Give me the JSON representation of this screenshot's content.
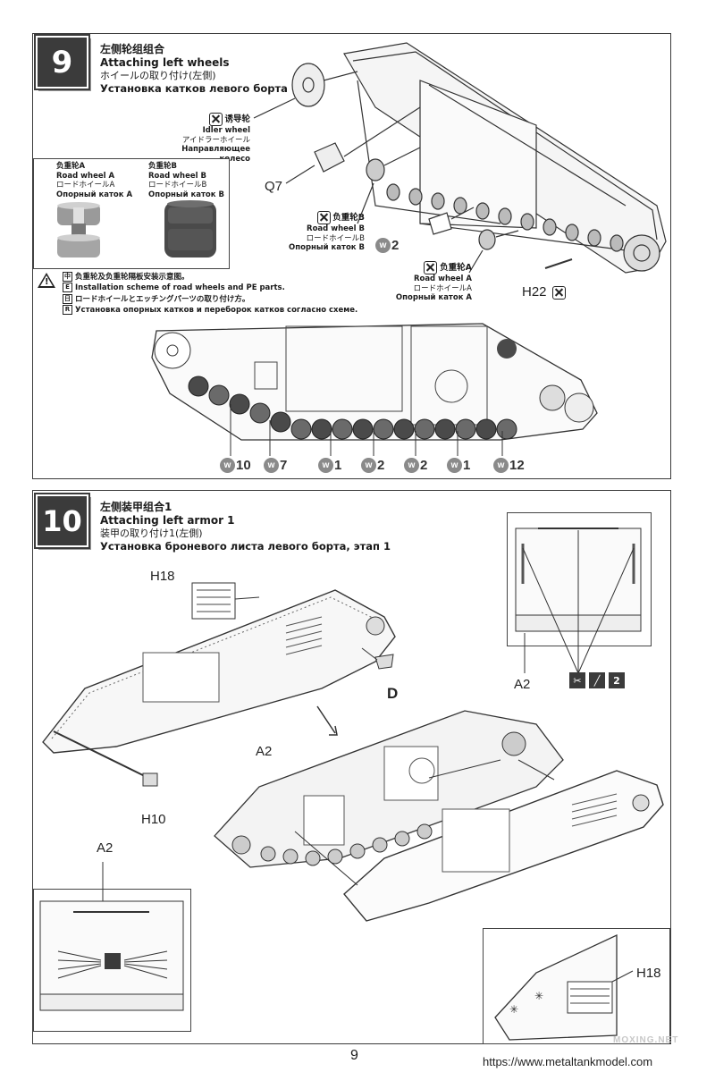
{
  "step9": {
    "number": "9",
    "title_zh": "左侧轮组组合",
    "title_en": "Attaching left wheels",
    "title_jp": "ホイールの取り付け(左側)",
    "title_ru": "Установка катков левого борта",
    "idler": {
      "zh": "诱导轮",
      "en": "Idler wheel",
      "jp": "アイドラーホイール",
      "ru": "Направляющее колесо"
    },
    "road_b": {
      "zh": "负重轮B",
      "en": "Road wheel B",
      "jp": "ロードホイールB",
      "ru": "Опорный каток B"
    },
    "road_a": {
      "zh": "负重轮A",
      "en": "Road wheel A",
      "jp": "ロードホイールA",
      "ru": "Опорный каток A"
    },
    "legend_a": {
      "zh": "负重轮A",
      "en": "Road wheel A",
      "jp": "ロードホイールA",
      "ru": "Опорный каток A"
    },
    "legend_b": {
      "zh": "负重轮B",
      "en": "Road wheel B",
      "jp": "ロードホイールB",
      "ru": "Опорный каток B"
    },
    "part_q7": "Q7",
    "part_h22": "H22",
    "w2_label": "2",
    "note": {
      "zh": "负重轮及负重轮隔板安装示意图。",
      "en": "Installation scheme of road wheels and PE parts.",
      "jp": "ロードホイールとエッチングパーツの取り付け方。",
      "ru": "Установка опорных катков и переборок катков согласно схеме.",
      "mark": "!"
    },
    "sequence": [
      "10",
      "7",
      "1",
      "2",
      "2",
      "1",
      "12"
    ],
    "w_letter": "w"
  },
  "step10": {
    "number": "10",
    "title_zh": "左侧装甲组合1",
    "title_en": "Attaching left armor 1",
    "title_jp": "装甲の取り付け1(左側)",
    "title_ru": "Установка броневого листа левого борта, этап 1",
    "part_h18": "H18",
    "part_a2": "A2",
    "part_h10": "H10",
    "part_d": "D",
    "inset_a2_top": "A2",
    "inset_a2_bottom": "A2",
    "inset_h18": "H18",
    "tool_count": "2"
  },
  "footer": {
    "page_number": "9",
    "url": "https://www.metaltankmodel.com",
    "watermark": "MOXING.NET"
  },
  "colors": {
    "badge": "#3b3b3b",
    "wheel_dark": "#4a4a4a",
    "wheel_light": "#b8b8b8",
    "w_circle": "#8a8a8a"
  }
}
